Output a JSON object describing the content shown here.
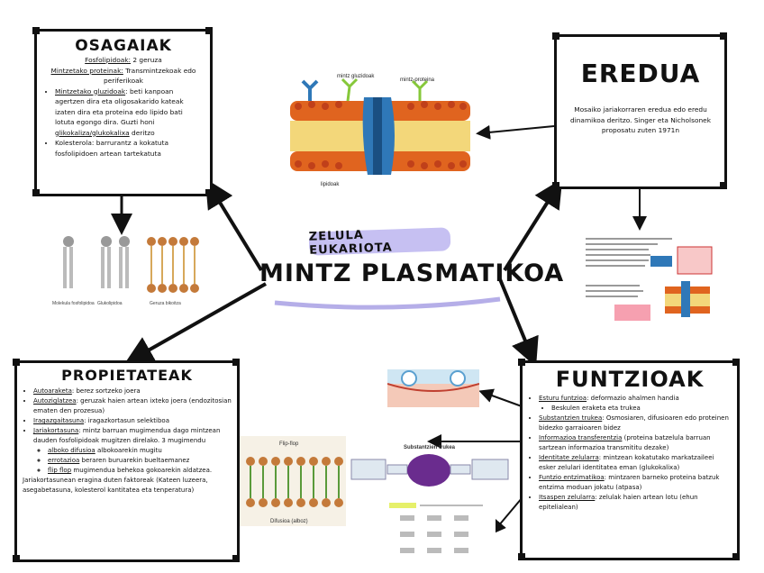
{
  "center": {
    "subtitle": "ZELULA EUKARIOTA",
    "title": "MINTZ PLASMATIKOA"
  },
  "osagaiak": {
    "title": "OSAGAIAK",
    "line1_term": "Fosfolipidoak:",
    "line1_rest": " 2 geruza",
    "line2_term": "Mintzetako proteinak:",
    "line2_rest": " Transmintzekoak edo periferikoak",
    "bullet1_term": "Mintzetako gluzidoak",
    "bullet1_rest_a": ": beti kanpoan agertzen dira eta oligosakarido kateak izaten dira eta proteina edo lipido bati lotuta egongo dira. Guzti honi ",
    "bullet1_term2": "glikokaliza/glukokalixa",
    "bullet1_rest_b": " deritzo",
    "bullet2": "Kolesterola: barrurantz a kokatuta fosfolipidoen artean tartekatuta"
  },
  "eredua": {
    "title": "EREDUA",
    "text": "Mosaiko jariakorraren eredua edo eredu dinamikoa deritzo. Singer eta Nicholsonek proposatu zuten 1971n"
  },
  "propietateak": {
    "title": "PROPIETATEAK",
    "items": [
      {
        "term": "Autoaraketa",
        "rest": ": berez sortzeko joera"
      },
      {
        "term": "Autoziglatzea",
        "rest": ": geruzak haien artean ixteko joera (endozitosian ematen den prozesua)"
      },
      {
        "term": "Iragazgaitasuna",
        "rest": ": iragazkortasun selektiboa"
      },
      {
        "term": "Jariakortasuna",
        "rest": ": mintz barruan mugimendua dago mintzean dauden fosfolipidoak mugitzen direlako. 3 mugimendu"
      }
    ],
    "sub_items": [
      {
        "term": "alboko difusioa",
        "rest": " albokoarekin mugitu"
      },
      {
        "term": "errotazioa",
        "rest": " beraren buruarekin bueltaemanez"
      },
      {
        "term": "flip flop",
        "rest": " mugimendua behekoa gokoarekin aldatzea."
      }
    ],
    "footer": "Jariakortasunean eragina duten faktoreak (Kateen luzeera, asegabetasuna, kolesterol kantitatea eta tenperatura)"
  },
  "funtzioak": {
    "title": "FUNTZIOAK",
    "items": [
      {
        "term": "Esturu funtzioa",
        "rest": ": deformazio ahalmen handia"
      },
      {
        "term": "Substantzien trukea",
        "rest": ": Osmosiaren, difusioaren edo proteinen bidezko garraioaren bidez"
      },
      {
        "term": "Informazioa transferentzia",
        "rest": " (proteina batzelula barruan sartzean informazioa transmititu dezake)"
      },
      {
        "term": "Identitate zelularra",
        "rest": ": mintzean kokatutako markatzaileei esker zelulari identitatea eman (glukokalixa)"
      },
      {
        "term": "Funtzio entzimatikoa",
        "rest": ": mintzaren barneko proteina batzuk entzima moduan jokatu (atpasa)"
      },
      {
        "term": "Itsaspen zelularra",
        "rest": ": zelulak haien artean lotu (ehun epitelialean)"
      }
    ],
    "sub_item": "Beskulen eraketa eta trukea"
  },
  "images": {
    "membrane_labels": [
      "mintz gluzidoak",
      "mintz-proteina",
      "lipidoak"
    ],
    "lipid_labels": [
      "Molekula fosfolipidoa",
      "Glukolipidoa",
      "Geruza bikoitza"
    ],
    "diffusion_labels": [
      "Flip-flop",
      "Difusioa (alboz)"
    ],
    "transport_header": "Substantzien trukea"
  },
  "colors": {
    "bubble": "#c6c0f2",
    "lipid_head": "#e0641f",
    "lipid_tail": "#e8c040",
    "protein": "#2f78b8",
    "channel": "#6a2c8e"
  }
}
